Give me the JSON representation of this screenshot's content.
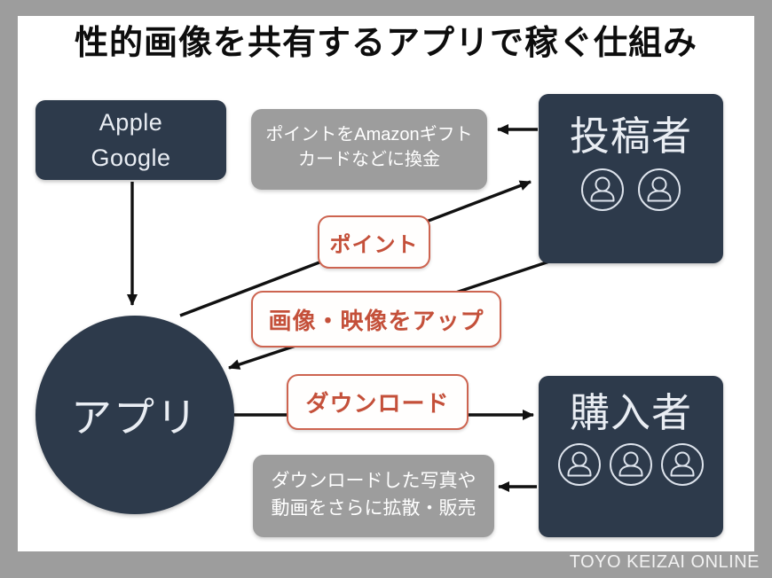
{
  "title": "性的画像を共有するアプリで稼ぐ仕組み",
  "credit": "TOYO KEIZAI ONLINE",
  "nodes": {
    "platforms": {
      "lines": [
        "Apple",
        "Google"
      ]
    },
    "app": {
      "label": "アプリ"
    },
    "poster": {
      "label": "投稿者",
      "icon": "person-icon",
      "icon_count": 2
    },
    "buyer": {
      "label": "購入者",
      "icon": "person-icon",
      "icon_count": 3
    }
  },
  "notes": {
    "exchange": {
      "lines": [
        "ポイントをAmazonギフト",
        "カードなどに換金"
      ]
    },
    "resell": {
      "lines": [
        "ダウンロードした写真や",
        "動画をさらに拡散・販売"
      ]
    }
  },
  "flows": {
    "points": {
      "label": "ポイント",
      "from": "アプリ",
      "to": "投稿者"
    },
    "upload": {
      "label": "画像・映像をアップ",
      "from": "投稿者",
      "to": "アプリ"
    },
    "download": {
      "label": "ダウンロード",
      "from": "アプリ",
      "to": "購入者"
    },
    "platforms_to_app": {
      "from": "Apple/Google",
      "to": "アプリ"
    },
    "poster_to_exchange": {
      "from": "投稿者",
      "to": "ポイントをAmazonギフトカードなどに換金"
    },
    "buyer_to_resell": {
      "from": "購入者",
      "to": "ダウンロードした写真や動画をさらに拡散・販売"
    }
  },
  "colors": {
    "frame_gray": "#9d9d9d",
    "node_navy": "#2d3a4b",
    "accent_orange_border": "#cd6450",
    "accent_orange_text": "#c4503a",
    "arrow_black": "#111111",
    "background_white": "#ffffff"
  }
}
